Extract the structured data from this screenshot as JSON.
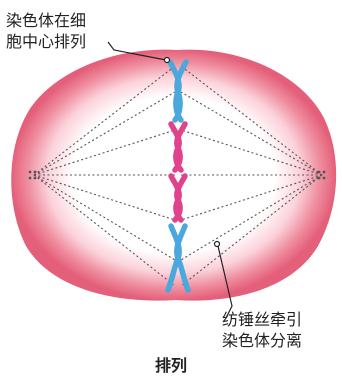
{
  "labels": {
    "top": [
      "染色体在细",
      "胞中心排列"
    ],
    "bottom": [
      "纺锤丝牵引",
      "染色体分离"
    ]
  },
  "caption": "排列",
  "colors": {
    "cell_rim": "#e86a80",
    "cell_center": "#ffffff",
    "chromosome_blue": "#4aa8dc",
    "chromosome_pink": "#e0428c",
    "spindle": "#555555"
  }
}
